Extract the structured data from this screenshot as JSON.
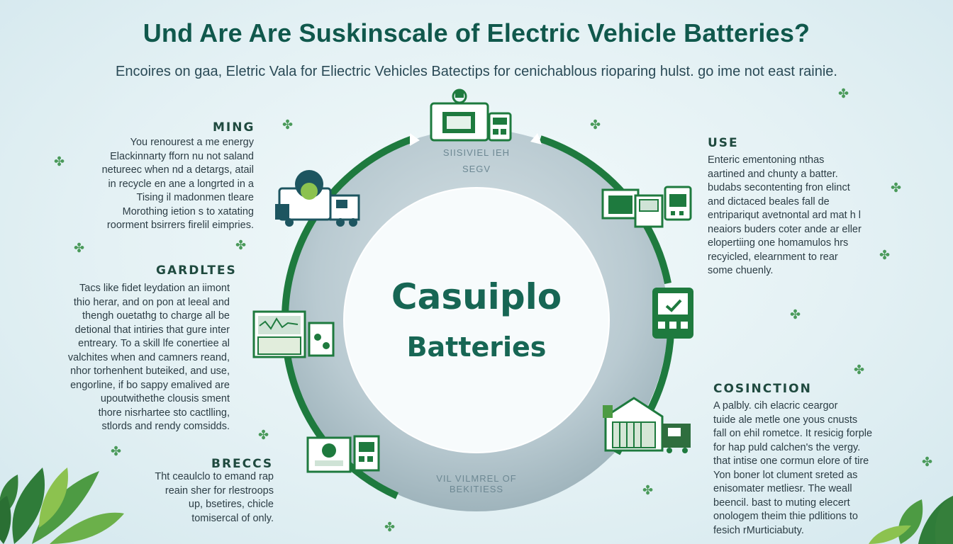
{
  "title": "Und Are Are  Suskinscale of Electric Vehicle Batteries?",
  "subtitle": "Encoires on gaa, Eletric Vala for Eliectric Vehicles Batectips for cenichablous rioparing hulst. go ime not east rainie.",
  "center": {
    "title": "Casuiplo",
    "subtitle": "Batteries"
  },
  "ring_labels": {
    "top_line1": "SIISIVIEL IEH",
    "top_line2": "SEGV",
    "bottom_line1": "VIL VILMREL OF",
    "bottom_line2": "BEKITIESS"
  },
  "sections": {
    "ming": {
      "heading": "MING",
      "text": "You renourest a me energy\nElackinnarty fforn nu not saland\nnetureec when nd a detargs, atail\nin recycle en ane a longrted in a\nTising il madonmen tleare\nMorothing ietion s to xatating\nroorment bsirrers firelil eimpries."
    },
    "gardltes": {
      "heading": "GARDLTES",
      "text": "Tacs like fidet leydation an iimont\nthio herar, and on pon at leeal and\nthengh ouetathg to charge all be\ndetional that intiries that gure inter\nentreary. To a skill lfe conertiee al\nvalchites when and camners reand,\nnhor torhenhent buteiked, and use,\nengorline, if bo sappy emalived are\nupoutwithethe clousis sment\nthore nisrhartee sto cactlling,\nstlords and rendy comsidds."
    },
    "breccs": {
      "heading": "BRECCS",
      "text": "Tht ceaulclo to emand rap\nreain sher for rlestroops\nup, bsetires, chicle\ntomisercal of only."
    },
    "use": {
      "heading": "USE",
      "text": "Enteric ementoning nthas\naartined and chunty a batter.\nbudabs secontenting fron elinct\nand dictaced beales fall de\nentripariqut avetnontal ard mat h l\nneaiors buders coter ande ar eller\nelopertiing one homamulos hrs\nrecyicled, elearnment to rear\nsome chuenly."
    },
    "cosinction": {
      "heading": "COSINCTION",
      "text": "A palbly. cih elacric ceargor\ntuide ale metle one yous cnusts\nfall on ehil rometce. It resicig forple\nfor hap puld calchen's the vergy.\nthat intise one cormun elore of tire\nYon boner lot clument sreted as\nenisomater metliesr. The weall\nbeencil. bast to muting elecert\nonologem theim thie pdlitions to\nfesich rMurticiabuty."
    }
  },
  "icons": [
    "factory-icon",
    "battery-icon",
    "recycling-plant-icon",
    "truck-icon",
    "battery-check-icon",
    "charging-station-icon",
    "circuit-board-icon",
    "document-icon",
    "warehouse-icon",
    "clover-icon",
    "leaf-icon"
  ],
  "colors": {
    "accent": "#1a6b43",
    "title": "#10584c",
    "ring": "#1e7a3e",
    "background": "#e4f1f4"
  }
}
